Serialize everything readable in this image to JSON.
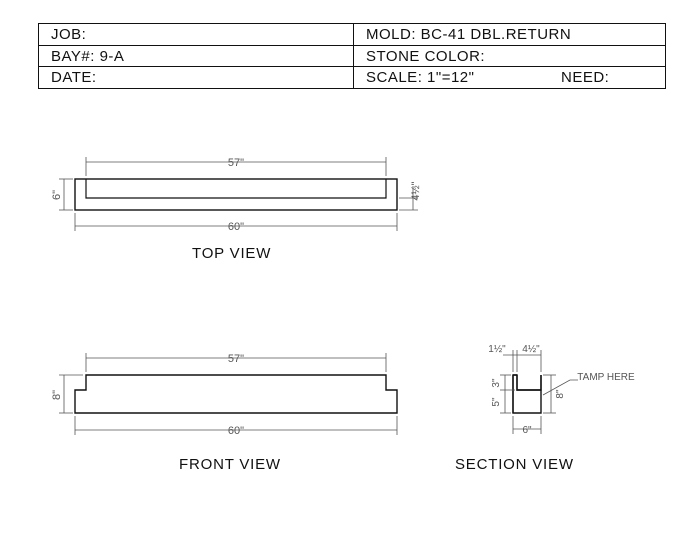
{
  "title_block": {
    "job": "JOB:",
    "bay": "BAY#: 9-A",
    "date": "DATE:",
    "mold": "MOLD: BC-41 DBL.RETURN",
    "stone_color": "STONE COLOR:",
    "scale": "SCALE: 1\"=12\"",
    "need": "NEED:"
  },
  "top_view": {
    "label": "TOP VIEW",
    "dim_inner_length": "57\"",
    "dim_overall_length": "60\"",
    "dim_width": "6\"",
    "dim_depth": "4½\""
  },
  "front_view": {
    "label": "FRONT VIEW",
    "dim_inner_length": "57\"",
    "dim_overall_length": "60\"",
    "dim_height": "8\""
  },
  "section_view": {
    "label": "SECTION VIEW",
    "dim_top_left": "1½\"",
    "dim_top_right": "4½\"",
    "dim_step": "3\"",
    "dim_lower": "5\"",
    "dim_height": "8\"",
    "dim_width": "6\"",
    "note": "TAMP HERE"
  }
}
